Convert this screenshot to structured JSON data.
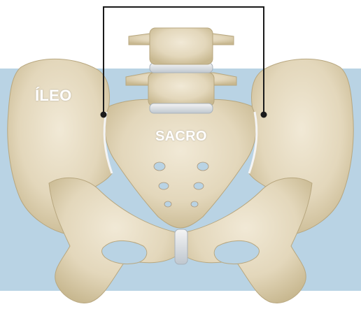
{
  "labels": {
    "ileo": "ÍLEO",
    "sacro": "SACRO"
  },
  "colors": {
    "background": "#b9d3e4",
    "bone": "#e6dcc4",
    "bone_shadow": "#c9b994",
    "bracket": "#1a1a1a"
  },
  "icons": {
    "pelvis": "pelvis-illustration",
    "bracket": "sacroiliac-joint-bracket"
  }
}
